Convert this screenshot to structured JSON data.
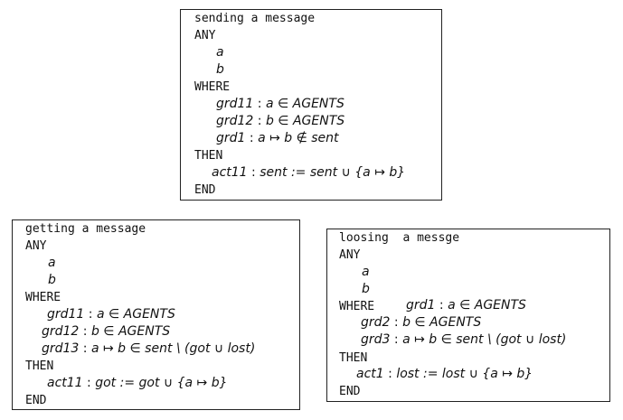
{
  "events": [
    {
      "title": "sending a message",
      "any_kw": "ANY",
      "params": [
        "a",
        "b"
      ],
      "where_kw": "WHERE",
      "inline_guard": null,
      "guards": [
        {
          "label": "grd11",
          "expr": "a ∈ AGENTS"
        },
        {
          "label": "grd12",
          "expr": "b ∈ AGENTS"
        },
        {
          "label": "grd1",
          "expr": "a ↦ b ∉ sent"
        }
      ],
      "then_kw": "THEN",
      "actions": [
        {
          "label": "act11",
          "expr": "sent := sent ∪ {a ↦ b}"
        }
      ],
      "end_kw": "END"
    },
    {
      "title": "getting a message",
      "any_kw": "ANY",
      "params": [
        "a",
        "b"
      ],
      "where_kw": "WHERE",
      "inline_guard": null,
      "guards": [
        {
          "label": "grd11",
          "expr": "a ∈ AGENTS"
        },
        {
          "label": "grd12",
          "expr": "b ∈ AGENTS"
        },
        {
          "label": "grd13",
          "expr": "a ↦ b ∈ sent \\ (got ∪ lost)"
        }
      ],
      "then_kw": "THEN",
      "actions": [
        {
          "label": "act11",
          "expr": "got := got ∪ {a ↦ b}"
        }
      ],
      "end_kw": "END"
    },
    {
      "title": "loosing  a messge",
      "any_kw": "ANY",
      "params": [
        "a",
        "b"
      ],
      "where_kw": "WHERE",
      "inline_guard": {
        "label": "grd1",
        "expr": "a ∈ AGENTS"
      },
      "guards": [
        {
          "label": "grd2",
          "expr": "b ∈ AGENTS"
        },
        {
          "label": "grd3",
          "expr": "a ↦ b ∈ sent \\ (got ∪ lost)"
        }
      ],
      "then_kw": "THEN",
      "actions": [
        {
          "label": "act1",
          "expr": "lost := lost ∪ {a ↦ b}"
        }
      ],
      "end_kw": "END"
    }
  ]
}
